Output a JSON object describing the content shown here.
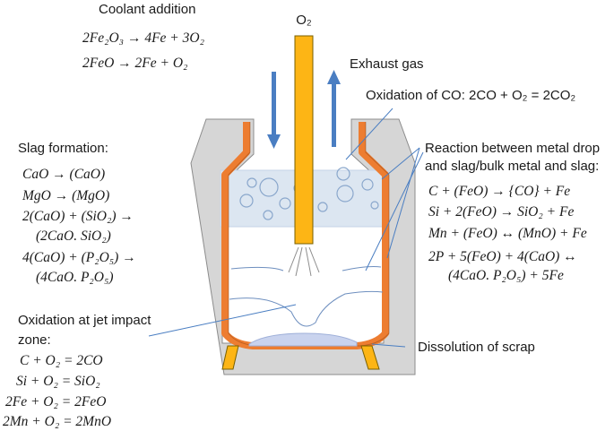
{
  "top": {
    "o2": "O₂",
    "exhaust_gas": "Exhaust gas",
    "coolant_title": "Coolant addition",
    "coolant_eqs": [
      "2Fe₂O₃ → 4Fe + 3O₂",
      "2FeO → 2Fe + O₂"
    ],
    "co_oxidation": "Oxidation of CO: 2CO + O₂ = 2CO₂"
  },
  "slag": {
    "title": "Slag formation:",
    "eqs": [
      "CaO → (CaO)",
      "MgO → (MgO)",
      "2(CaO) + (SiO₂) →",
      "(2CaO. SiO₂)",
      "4(CaO) + (P₂O₅) →",
      "(4CaO. P₂O₅)"
    ]
  },
  "metal_drop": {
    "title_line1": "Reaction between metal drop",
    "title_line2": "and slag/bulk metal and slag:",
    "eqs": [
      "C + (FeO) → {CO} + Fe",
      "Si + 2(FeO) → SiO₂ + Fe",
      "Mn + (FeO) ↔ (MnO) + Fe",
      "2P + 5(FeO) + 4(CaO) ↔",
      "(4CaO. P₂O₅) + 5Fe"
    ]
  },
  "jet": {
    "title_line1": "Oxidation at jet impact",
    "title_line2": "zone:",
    "eqs": [
      "C + O₂ = 2CO",
      "Si + O₂ = SiO₂",
      "2Fe + O₂ = 2FeO",
      "2Mn + O₂ = 2MnO"
    ]
  },
  "scrap": "Dissolution of scrap",
  "colors": {
    "vessel_gray": "#d6d6d6",
    "refractory_orange": "#ed7d31",
    "lance_yellow": "#fdb515",
    "slag_blue": "#dce6f1",
    "arrow_blue": "#4a7ec2"
  }
}
